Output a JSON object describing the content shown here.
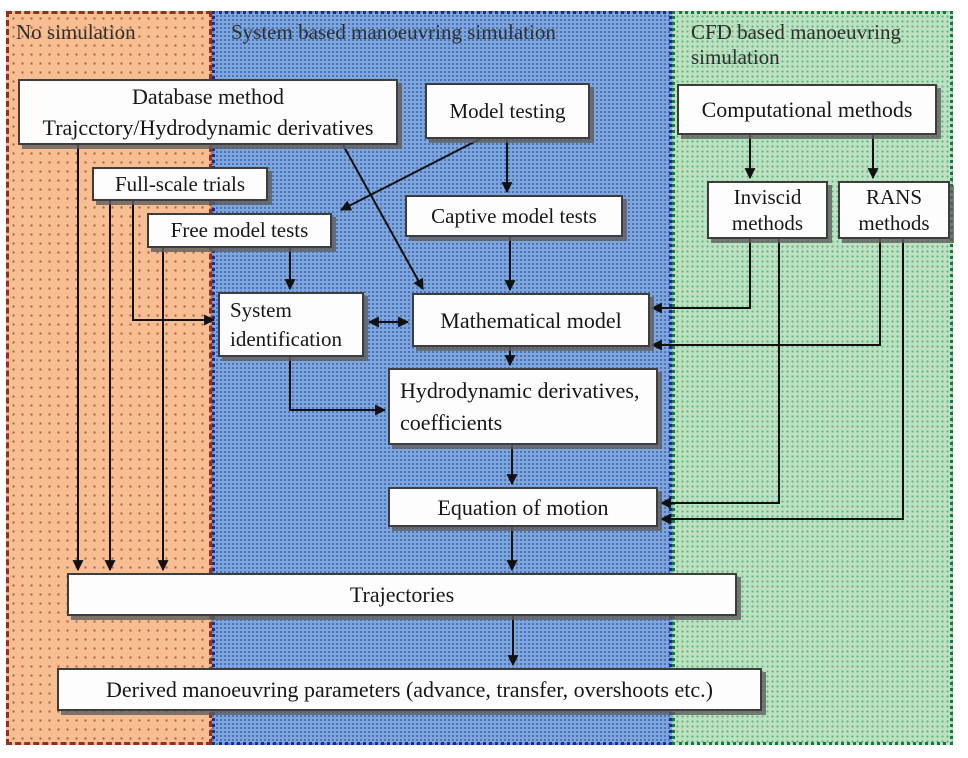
{
  "sections": [
    {
      "label": "No simulation",
      "bg": "#F6BE92",
      "dot": "#AE6340",
      "border": "#93301F"
    },
    {
      "label": "System based manoeuvring simulation",
      "bg": "#7CA6DC",
      "dot": "#4A6CB4",
      "border": "#1A2C8F"
    },
    {
      "label": "CFD based manoeuvring simulation",
      "bg": "#BEE2C1",
      "dot": "#57B181",
      "border": "#167A3C"
    }
  ],
  "boxes": {
    "database": {
      "line1": "Database method",
      "line2": "Trajcctory/Hydrodynamic derivatives"
    },
    "model_testing": {
      "label": "Model testing"
    },
    "computational": {
      "label": "Computational methods"
    },
    "full_scale": {
      "label": "Full-scale trials"
    },
    "free_model": {
      "label": "Free model tests"
    },
    "captive": {
      "label": "Captive model tests"
    },
    "inviscid": {
      "line1": "Inviscid",
      "line2": "methods"
    },
    "rans": {
      "line1": "RANS",
      "line2": "methods"
    },
    "system_id": {
      "line1": "System",
      "line2": "identification"
    },
    "math_model": {
      "label": "Mathematical model"
    },
    "hydro": {
      "line1": "Hydrodynamic derivatives,",
      "line2": "coefficients"
    },
    "equation": {
      "label": "Equation of motion"
    },
    "trajectories": {
      "label": "Trajectories"
    },
    "derived": {
      "label": "Derived manoeuvring parameters (advance, transfer, overshoots etc.)"
    }
  }
}
